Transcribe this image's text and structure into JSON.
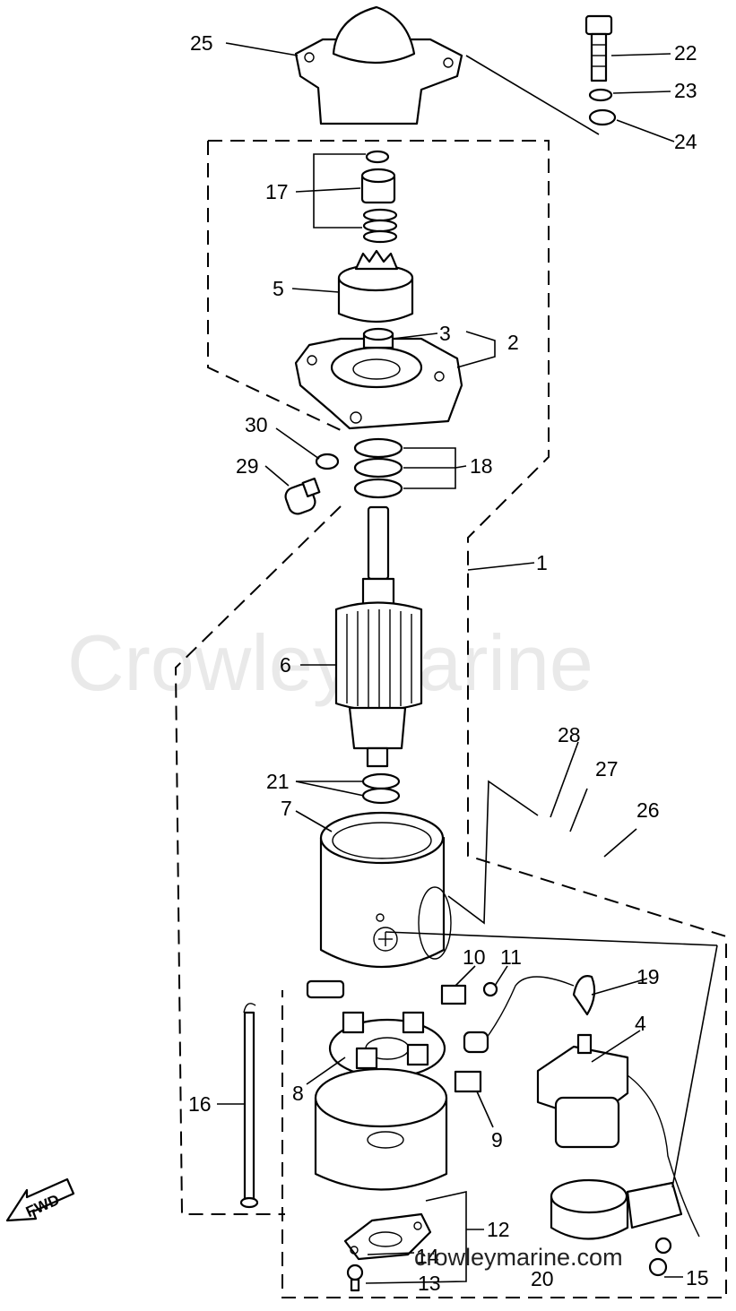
{
  "watermark": {
    "center_text": "CrowleyMarine",
    "footer_text": "crowleymarine.com"
  },
  "direction_tag": "FWD",
  "callouts": [
    "1",
    "2",
    "3",
    "4",
    "5",
    "6",
    "7",
    "8",
    "9",
    "10",
    "11",
    "12",
    "13",
    "14",
    "15",
    "16",
    "17",
    "18",
    "19",
    "20",
    "21",
    "22",
    "23",
    "24",
    "25",
    "26",
    "27",
    "28",
    "29",
    "30"
  ],
  "colors": {
    "ink": "#000000",
    "paper": "#ffffff",
    "watermark": "#e9e9e9"
  }
}
